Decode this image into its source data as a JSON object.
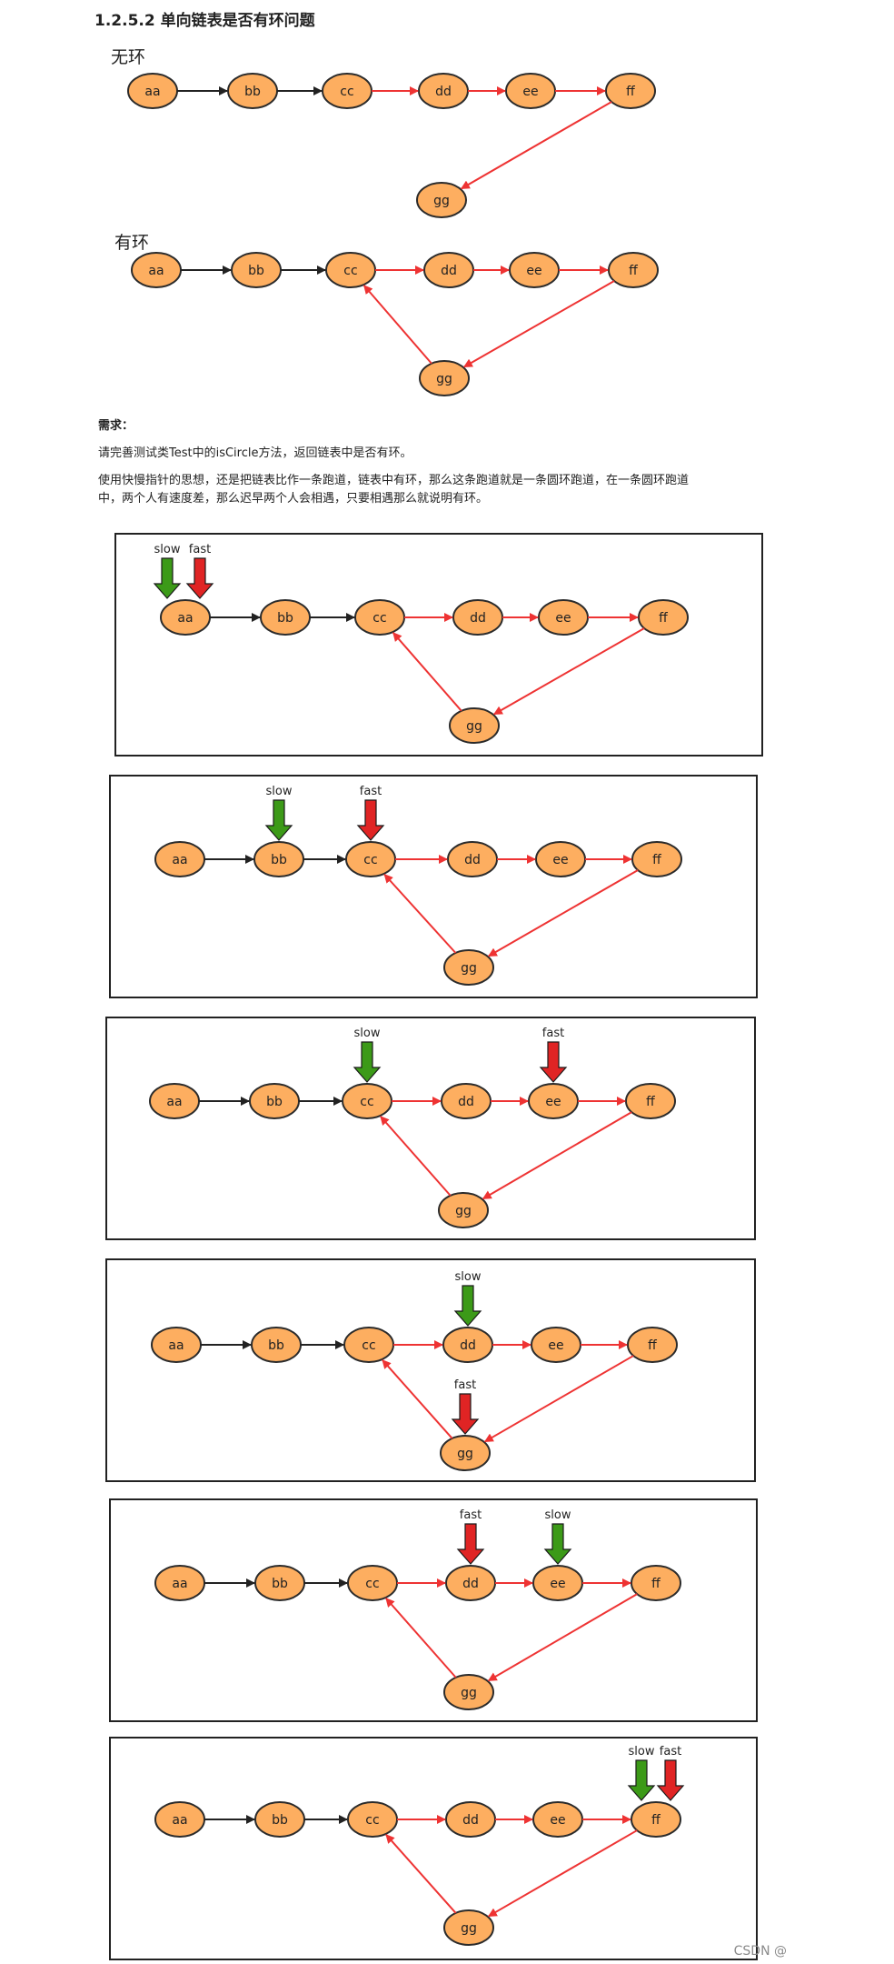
{
  "heading": "1.2.5.2 单向链表是否有环问题",
  "label_no_cycle": "无环",
  "label_cycle": "有环",
  "requirement_title": "需求：",
  "requirement_line": "请完善测试类Test中的isCircle方法，返回链表中是否有环。",
  "idea_line1": "使用快慢指针的思想，还是把链表比作一条跑道，链表中有环，那么这条跑道就是一条圆环跑道，在一条圆环跑道",
  "idea_line2": "中，两个人有速度差，那么迟早两个人会相遇，只要相遇那么就说明有环。",
  "nodes": [
    "aa",
    "bb",
    "cc",
    "dd",
    "ee",
    "ff",
    "gg"
  ],
  "pointer_slow": "slow",
  "pointer_fast": "fast",
  "pointer_steps": [
    {
      "slow": "aa",
      "fast": "aa"
    },
    {
      "slow": "bb",
      "fast": "cc"
    },
    {
      "slow": "cc",
      "fast": "ee"
    },
    {
      "slow": "dd",
      "fast": "gg"
    },
    {
      "slow": "ee",
      "fast": "dd"
    },
    {
      "slow": "ff",
      "fast": "ff"
    }
  ],
  "colors": {
    "node_fill": "#FDAE60",
    "node_stroke": "#2b2b2b",
    "black_arrow": "#222222",
    "red_arrow": "#EE3333",
    "slow_arrow": "#3C9A18",
    "fast_arrow": "#E02424"
  },
  "footer": "CSDN @"
}
